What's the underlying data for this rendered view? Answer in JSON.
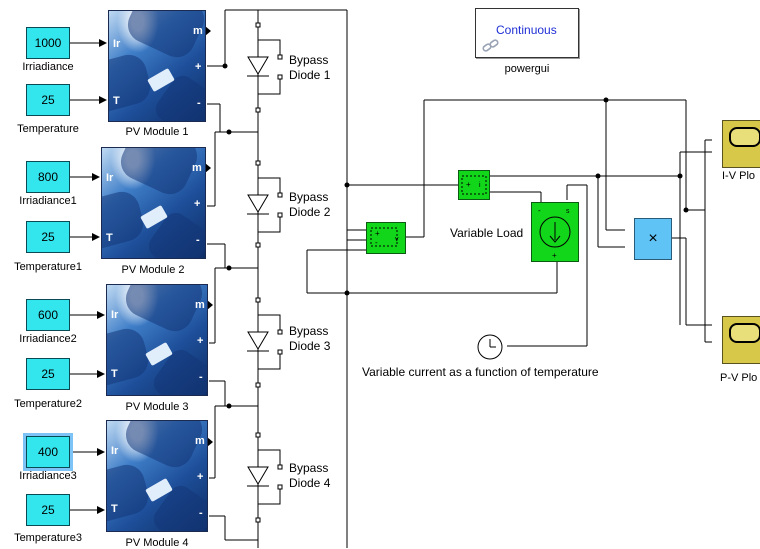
{
  "colors": {
    "constant": "#33e6ee",
    "green": "#12d61a",
    "scope": "#d7c84a",
    "product": "#5fc3f5",
    "link": "#1f2fd6"
  },
  "irradiance_blocks": [
    {
      "value": "1000",
      "label": "Irriadiance"
    },
    {
      "value": "800",
      "label": "Irriadiance1"
    },
    {
      "value": "600",
      "label": "Irriadiance2"
    },
    {
      "value": "400",
      "label": "Irriadiance3"
    }
  ],
  "temperature_blocks": [
    {
      "value": "25",
      "label": "Temperature"
    },
    {
      "value": "25",
      "label": "Temperature1"
    },
    {
      "value": "25",
      "label": "Temperature2"
    },
    {
      "value": "25",
      "label": "Temperature3"
    }
  ],
  "pv_modules": [
    {
      "label": "PV Module 1"
    },
    {
      "label": "PV Module 2"
    },
    {
      "label": "PV Module 3"
    },
    {
      "label": "PV Module 4"
    }
  ],
  "pv_ports": {
    "ir": "Ir",
    "t": "T",
    "m": "m",
    "plus": "+",
    "minus": "-"
  },
  "bypass_diodes": [
    {
      "line1": "Bypass",
      "line2": "Diode 1"
    },
    {
      "line1": "Bypass",
      "line2": "Diode 2"
    },
    {
      "line1": "Bypass",
      "line2": "Diode 3"
    },
    {
      "line1": "Bypass",
      "line2": "Diode 4"
    }
  ],
  "powergui": {
    "mode": "Continuous",
    "label": "powergui"
  },
  "variable_load": {
    "label": "Variable Load"
  },
  "clock": {
    "label": "Variable current as a function of temperature"
  },
  "product": {
    "symbol": "×"
  },
  "scopes": [
    {
      "label": "I-V Plo"
    },
    {
      "label": "P-V Plo"
    }
  ]
}
